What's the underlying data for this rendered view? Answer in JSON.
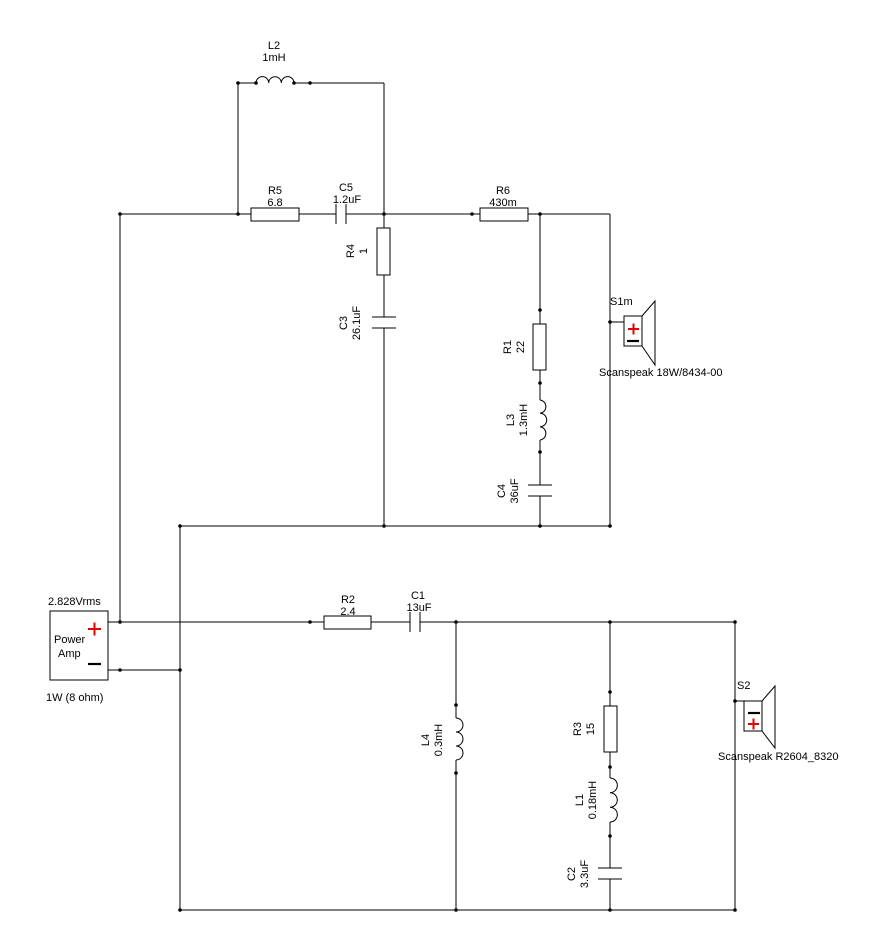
{
  "source": {
    "voltage": "2.828Vrms",
    "label_line1": "Power",
    "label_line2": "Amp",
    "power": "1W (8 ohm)"
  },
  "components": {
    "L2": {
      "ref": "L2",
      "value": "1mH"
    },
    "R5": {
      "ref": "R5",
      "value": "6.8"
    },
    "C5": {
      "ref": "C5",
      "value": "1.2uF"
    },
    "R6": {
      "ref": "R6",
      "value": "430m"
    },
    "R4": {
      "ref": "R4",
      "value": "1"
    },
    "C3": {
      "ref": "C3",
      "value": "26.1uF"
    },
    "R1": {
      "ref": "R1",
      "value": "22"
    },
    "L3": {
      "ref": "L3",
      "value": "1.3mH"
    },
    "C4": {
      "ref": "C4",
      "value": "36uF"
    },
    "R2": {
      "ref": "R2",
      "value": "2.4"
    },
    "C1": {
      "ref": "C1",
      "value": "13uF"
    },
    "L4": {
      "ref": "L4",
      "value": "0.3mH"
    },
    "R3": {
      "ref": "R3",
      "value": "15"
    },
    "L1": {
      "ref": "L1",
      "value": "0.18mH"
    },
    "C2": {
      "ref": "C2",
      "value": "3.3uF"
    }
  },
  "speakers": {
    "S1m": {
      "ref": "S1m",
      "model": "Scanspeak 18W/8434-00"
    },
    "S2": {
      "ref": "S2",
      "model": "Scanspeak R2604_8320"
    }
  }
}
